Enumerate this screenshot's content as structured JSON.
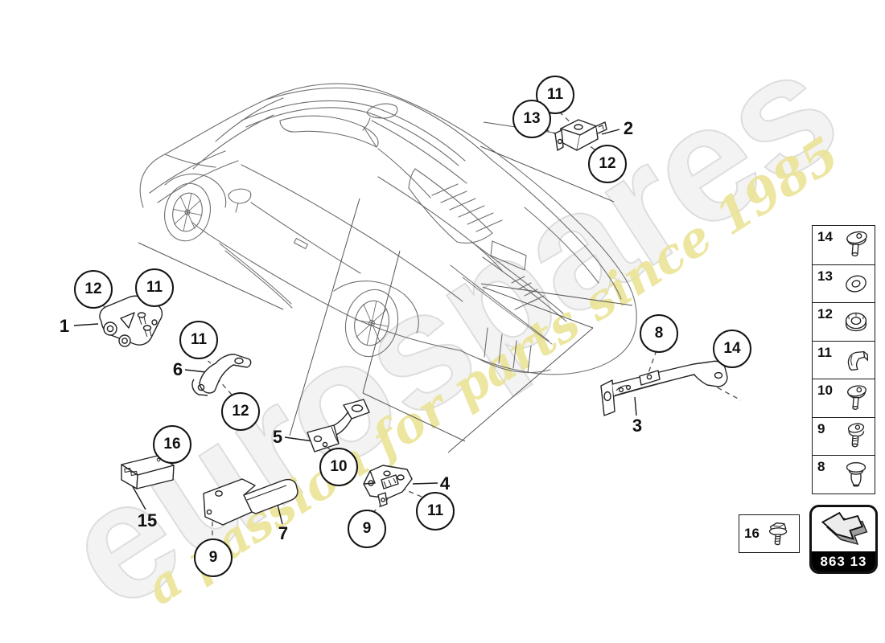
{
  "watermark": {
    "brand": "eurospares",
    "tagline": "a passion for parts since 1985",
    "brand_color": "#dcdcdc",
    "tagline_color": "#ebe498"
  },
  "callouts": [
    {
      "label": "11"
    },
    {
      "label": "13"
    },
    {
      "label": "12"
    },
    {
      "label": "12"
    },
    {
      "label": "11"
    },
    {
      "label": "11"
    },
    {
      "label": "12"
    },
    {
      "label": "16"
    },
    {
      "label": "10"
    },
    {
      "label": "8"
    },
    {
      "label": "14"
    },
    {
      "label": "11"
    },
    {
      "label": "9"
    },
    {
      "label": "9"
    }
  ],
  "part_labels": [
    {
      "label": "1"
    },
    {
      "label": "2"
    },
    {
      "label": "3"
    },
    {
      "label": "4"
    },
    {
      "label": "5"
    },
    {
      "label": "6"
    },
    {
      "label": "7"
    },
    {
      "label": "15"
    }
  ],
  "legend": {
    "items": [
      {
        "num": "14",
        "icon": "screw-large-washer"
      },
      {
        "num": "13",
        "icon": "washer"
      },
      {
        "num": "12",
        "icon": "flange-nut"
      },
      {
        "num": "11",
        "icon": "spring-clip"
      },
      {
        "num": "10",
        "icon": "screw-washer"
      },
      {
        "num": "9",
        "icon": "screw-cone-washer"
      },
      {
        "num": "8",
        "icon": "expanding-grommet"
      }
    ]
  },
  "footer": {
    "bolt_item_num": "16",
    "group_code": "863 13"
  }
}
